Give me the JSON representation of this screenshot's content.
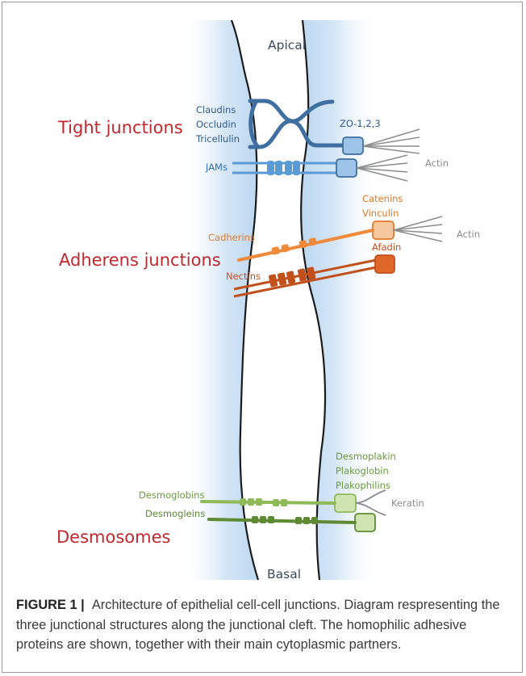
{
  "diagram": {
    "regions": {
      "apical": "Apical",
      "basal": "Basal"
    },
    "junctions": {
      "tight": {
        "title": "Tight junctions",
        "proteins": [
          "Claudins",
          "Occludin",
          "Tricellulin"
        ],
        "scaffold": "ZO-1,2,3",
        "jams": "JAMs",
        "actin": "Actin"
      },
      "adherens": {
        "title": "Adherens junctions",
        "cadherins": "Cadherins",
        "nectins": "Nectins",
        "catenins": [
          "Catenins",
          "Vinculin"
        ],
        "afadin": "Afadin",
        "actin": "Actin"
      },
      "desmosomes": {
        "title": "Desmosomes",
        "desmoglobins": "Desmoglobins",
        "desmogleins": "Desmogleins",
        "plaque": [
          "Desmoplakin",
          "Plakoglobin",
          "Plakophilins"
        ],
        "keratin": "Keratin"
      }
    }
  },
  "caption": {
    "figure_label": "FIGURE 1",
    "title": "Architecture of epithelial cell-cell junctions.",
    "text": "Diagram respresenting the three junctional structures along the junctional cleft. The homophilic adhesive proteins are shown, together with their main cytoplasmic partners."
  },
  "colors": {
    "membrane": "#1c1c1c",
    "cytoplasm": "#cfe3f5",
    "tight_dark": "#3f6fa0",
    "tight_light": "#5b9bd5",
    "adherens_light": "#ee8a3a",
    "adherens_dark": "#c2501c",
    "desmosome_light": "#8fba57",
    "desmosome_dark": "#5d8a32",
    "junction_title": "#c0282d",
    "actin": "#8c8c8c"
  }
}
